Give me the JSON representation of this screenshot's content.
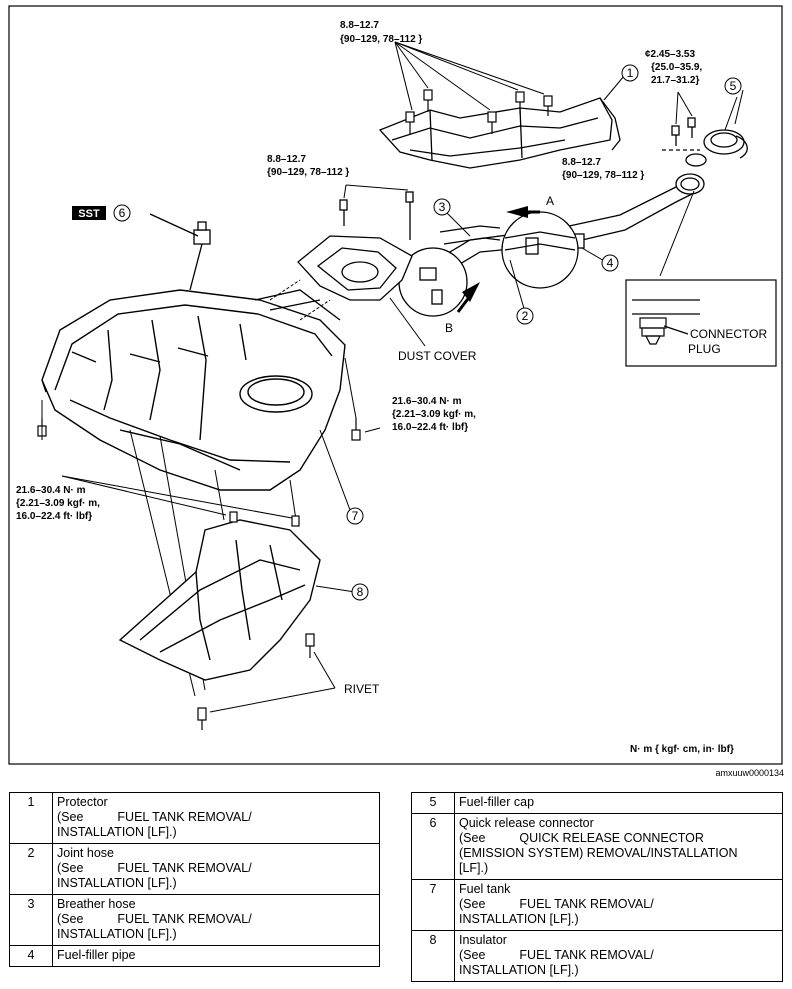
{
  "diagram": {
    "torque_labels": {
      "t1_line1": "8.8–12.7",
      "t1_line2": "{90–129,  78–112  }",
      "t2_line1": "¢2.45–3.53",
      "t2_line2": "{25.0–35.9,",
      "t2_line3": "21.7–31.2}",
      "t3_line1": "8.8–12.7",
      "t3_line2": "{90–129,  78–112  }",
      "t4_line1": "8.8–12.7",
      "t4_line2": "{90–129,  78–112  }",
      "t5_line1": "21.6–30.4  N· m",
      "t5_line2": "{2.21–3.09  kgf· m,",
      "t5_line3": "16.0–22.4  ft· lbf}",
      "t6_line1": "21.6–30.4  N· m",
      "t6_line2": "{2.21–3.09  kgf· m,",
      "t6_line3": "16.0–22.4  ft· lbf}"
    },
    "callouts": [
      "1",
      "2",
      "3",
      "4",
      "5",
      "6",
      "7",
      "8"
    ],
    "text_labels": {
      "sst": "SST",
      "arrow_a": "A",
      "arrow_b": "B",
      "dust_cover": "DUST COVER",
      "connector_line1": "CONNECTOR",
      "connector_line2": "PLUG",
      "rivet": "RIVET",
      "units": "N· m  {  kgf· cm,   in· lbf}"
    },
    "image_id": "amxuuw0000134"
  },
  "parts_left": [
    {
      "no": "1",
      "name": "Protector",
      "ref_line1": "(See",
      "ref_line1b": "FUEL TANK REMOVAL/",
      "ref_line2": "INSTALLATION [LF].)"
    },
    {
      "no": "2",
      "name": "Joint hose",
      "ref_line1": "(See",
      "ref_line1b": "FUEL TANK REMOVAL/",
      "ref_line2": "INSTALLATION [LF].)"
    },
    {
      "no": "3",
      "name": "Breather hose",
      "ref_line1": "(See",
      "ref_line1b": "FUEL TANK REMOVAL/",
      "ref_line2": "INSTALLATION [LF].)"
    },
    {
      "no": "4",
      "name": "Fuel-filler pipe"
    }
  ],
  "parts_right": [
    {
      "no": "5",
      "name": "Fuel-filler cap"
    },
    {
      "no": "6",
      "name": "Quick release connector",
      "ref_line1": "(See",
      "ref_line1b": "QUICK RELEASE CONNECTOR",
      "ref_line2": "(EMISSION SYSTEM) REMOVAL/INSTALLATION",
      "ref_line3": "[LF].)"
    },
    {
      "no": "7",
      "name": "Fuel tank",
      "ref_line1": "(See",
      "ref_line1b": "FUEL TANK REMOVAL/",
      "ref_line2": "INSTALLATION [LF].)"
    },
    {
      "no": "8",
      "name": "Insulator",
      "ref_line1": "(See",
      "ref_line1b": "FUEL TANK REMOVAL/",
      "ref_line2": "INSTALLATION [LF].)"
    }
  ]
}
